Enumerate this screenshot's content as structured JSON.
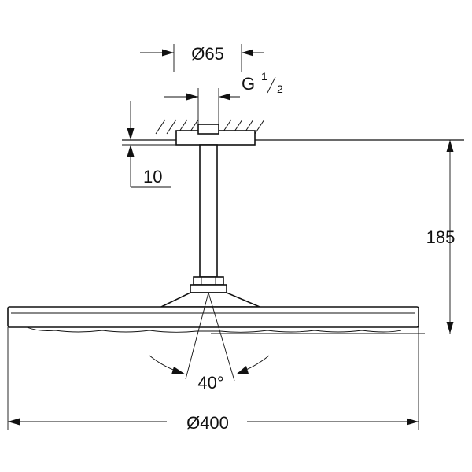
{
  "dimensions": {
    "escutcheon_diameter": "Ø65",
    "thread_label": "G",
    "thread_numerator": "1",
    "thread_denominator": "2",
    "ceiling_offset": "10",
    "height": "185",
    "spray_angle": "40°",
    "head_diameter": "Ø400"
  },
  "colors": {
    "line": "#111111",
    "background": "#ffffff"
  }
}
